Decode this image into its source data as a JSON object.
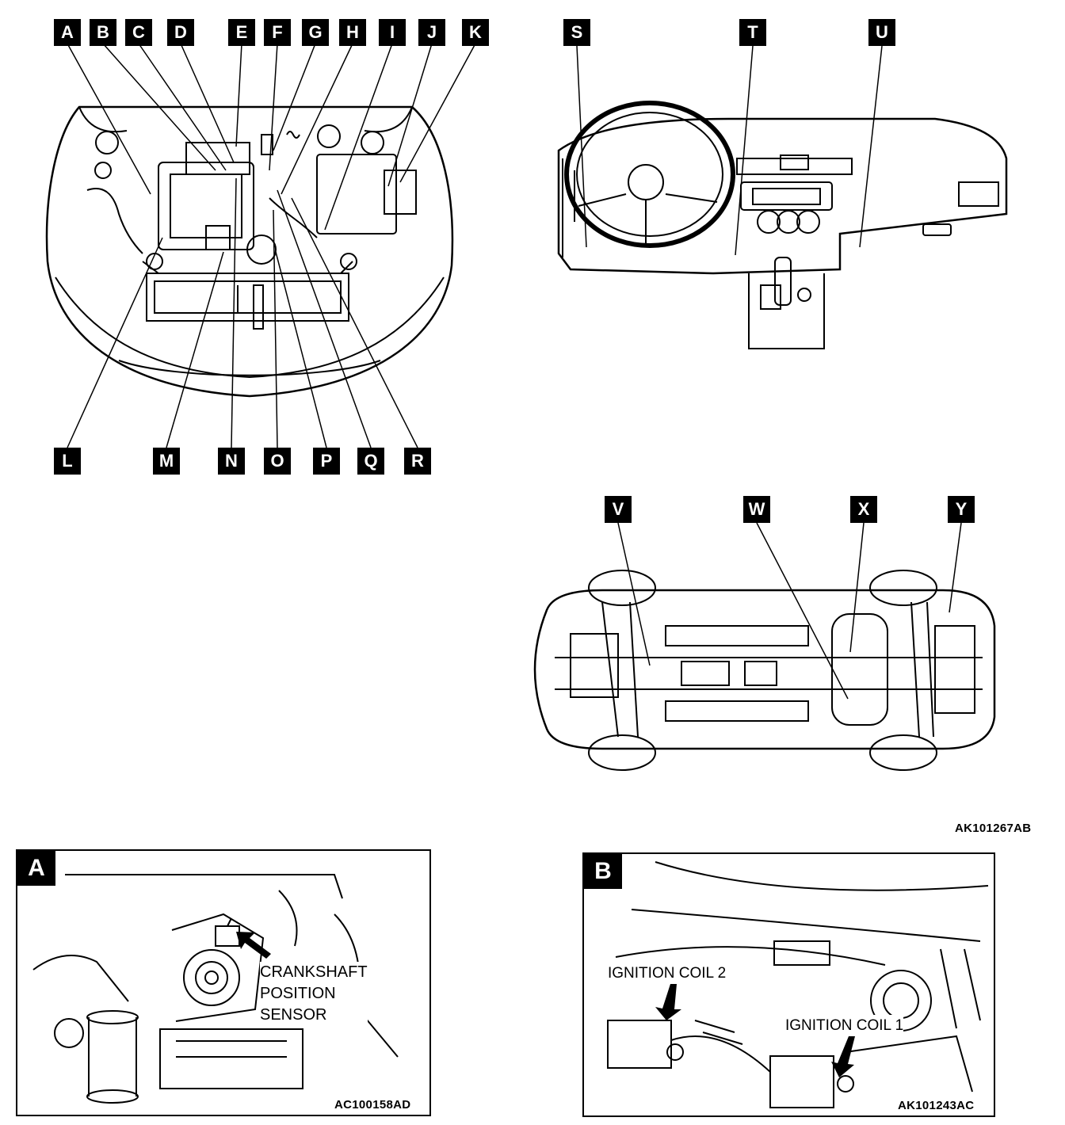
{
  "overview": {
    "engine_letters": [
      "A",
      "B",
      "C",
      "D",
      "E",
      "F",
      "G",
      "H",
      "I",
      "J",
      "K",
      "L",
      "M",
      "N",
      "O",
      "P",
      "Q",
      "R"
    ],
    "dash_letters": [
      "S",
      "T",
      "U"
    ],
    "under_letters": [
      "V",
      "W",
      "X",
      "Y"
    ],
    "figure_code": "AK101267AB"
  },
  "panel_a": {
    "tag": "A",
    "callout_line1": "CRANKSHAFT",
    "callout_line2": "POSITION",
    "callout_line3": "SENSOR",
    "figure_code": "AC100158AD"
  },
  "panel_b": {
    "tag": "B",
    "coil2_label": "IGNITION COIL 2",
    "coil1_label": "IGNITION COIL 1",
    "figure_code": "AK101243AC"
  }
}
